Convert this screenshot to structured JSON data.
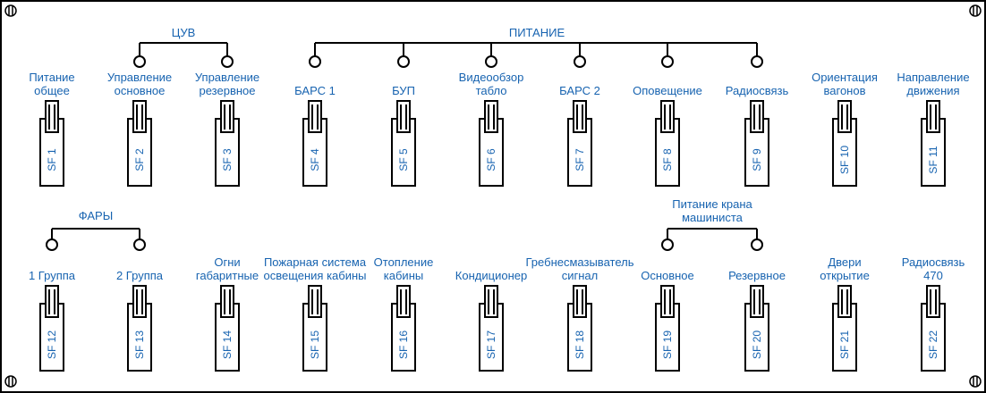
{
  "groups": {
    "cuv": "ЦУВ",
    "pitanie": "ПИТАНИЕ",
    "fary": "ФАРЫ",
    "kran": [
      "Питание крана",
      "машиниста"
    ]
  },
  "switches": [
    {
      "id": "SF 1",
      "label": [
        "Питание",
        "общее"
      ]
    },
    {
      "id": "SF 2",
      "label": [
        "Управление",
        "основное"
      ]
    },
    {
      "id": "SF 3",
      "label": [
        "Управление",
        "резервное"
      ]
    },
    {
      "id": "SF 4",
      "label": [
        "БАРС 1"
      ]
    },
    {
      "id": "SF 5",
      "label": [
        "БУП"
      ]
    },
    {
      "id": "SF 6",
      "label": [
        "Видеообзор",
        "табло"
      ]
    },
    {
      "id": "SF 7",
      "label": [
        "БАРС 2"
      ]
    },
    {
      "id": "SF 8",
      "label": [
        "Оповещение"
      ]
    },
    {
      "id": "SF 9",
      "label": [
        "Радиосвязь"
      ]
    },
    {
      "id": "SF 10",
      "label": [
        "Ориентация",
        "вагонов"
      ]
    },
    {
      "id": "SF 11",
      "label": [
        "Направление",
        "движения"
      ]
    },
    {
      "id": "SF 12",
      "label": [
        "1 Группа"
      ]
    },
    {
      "id": "SF 13",
      "label": [
        "2 Группа"
      ]
    },
    {
      "id": "SF 14",
      "label": [
        "Огни",
        "габаритные"
      ]
    },
    {
      "id": "SF 15",
      "label": [
        "Пожарная система",
        "освещения кабины"
      ]
    },
    {
      "id": "SF 16",
      "label": [
        "Отопление",
        "кабины"
      ]
    },
    {
      "id": "SF 17",
      "label": [
        "Кондиционер"
      ]
    },
    {
      "id": "SF 18",
      "label": [
        "Гребнесмазыватель",
        "сигнал"
      ]
    },
    {
      "id": "SF 19",
      "label": [
        "Основное"
      ]
    },
    {
      "id": "SF 20",
      "label": [
        "Резервное"
      ]
    },
    {
      "id": "SF 21",
      "label": [
        "Двери",
        "открытие"
      ]
    },
    {
      "id": "SF 22",
      "label": [
        "Радиосвязь",
        "470"
      ]
    }
  ]
}
